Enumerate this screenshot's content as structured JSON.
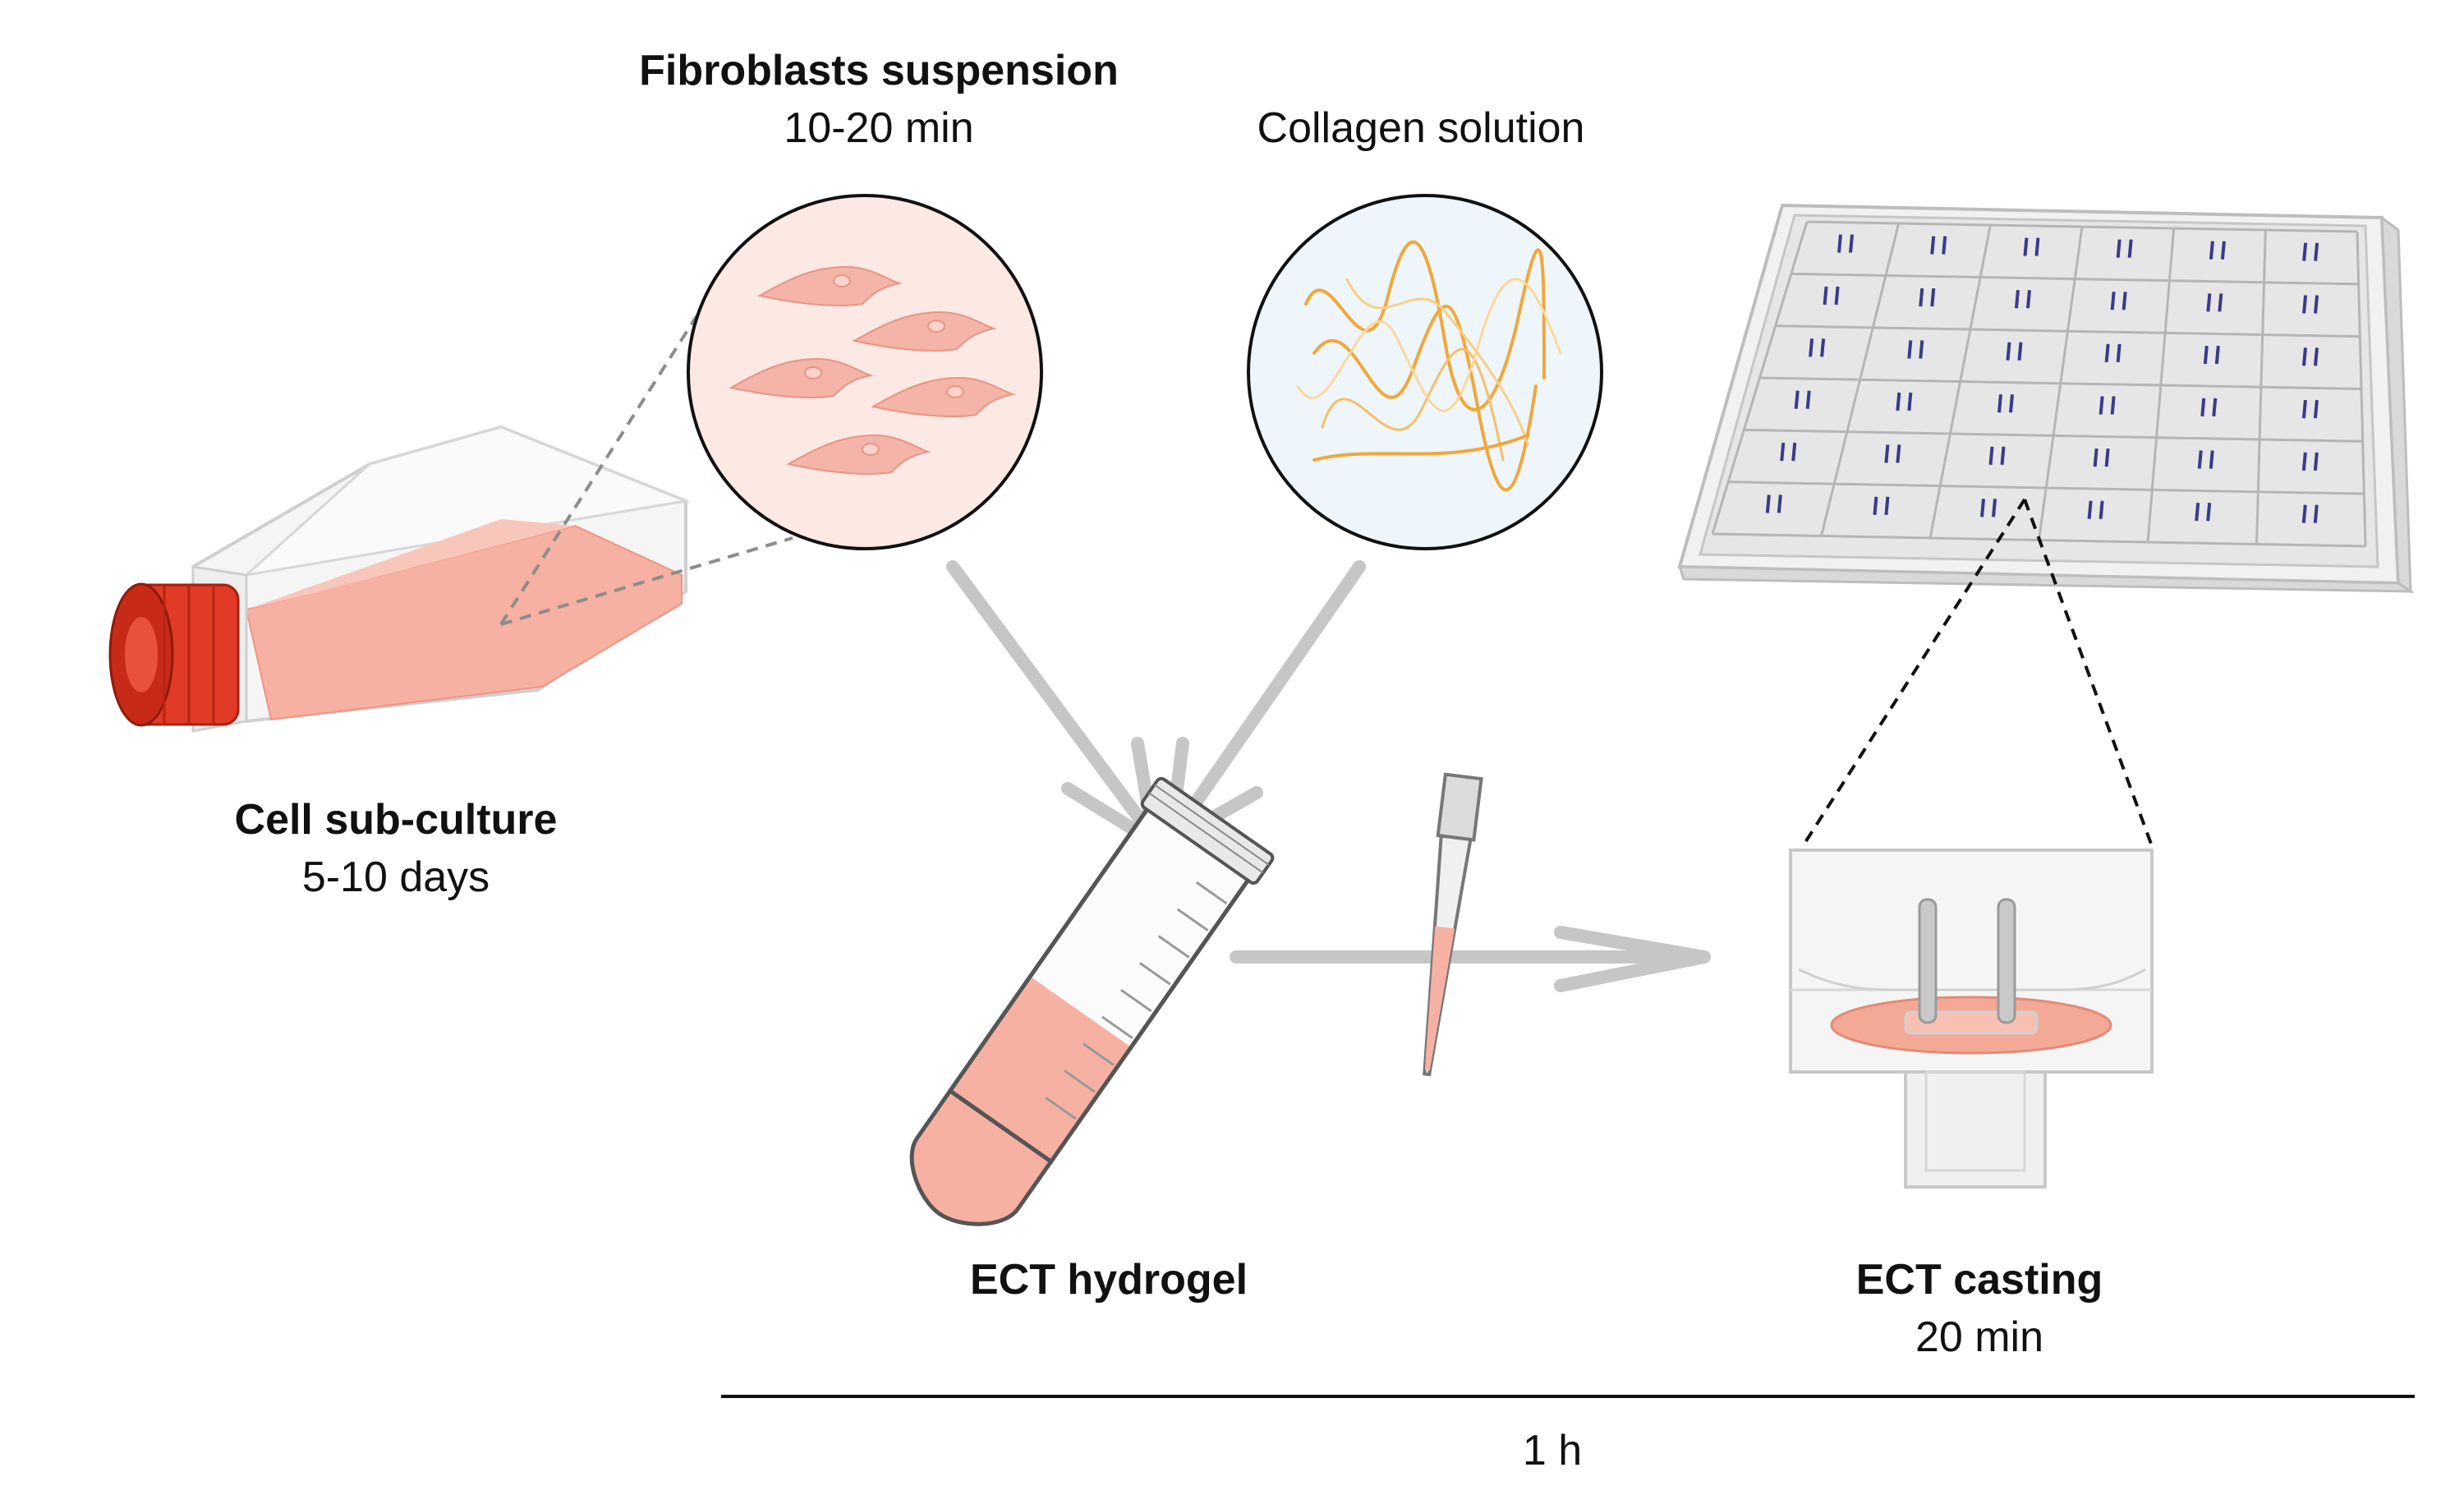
{
  "steps": {
    "subculture": {
      "title": "Cell sub-culture",
      "duration": "5-10 days"
    },
    "fibroblasts": {
      "title": "Fibroblasts suspension",
      "duration": "10-20 min"
    },
    "collagen": {
      "title": "Collagen solution"
    },
    "hydrogel": {
      "title": "ECT hydrogel"
    },
    "casting": {
      "title": "ECT casting",
      "duration": "20 min"
    }
  },
  "timeline": {
    "label": "1 h"
  },
  "colors": {
    "tissue": "#f7b1a3",
    "tissue_dark": "#ee9484",
    "cap": "#e13a26",
    "arrow": "#c6c6c6",
    "collagen": "#f1a73a",
    "cell_bg": "#fde9e3",
    "collagen_bg": "#eef6fb"
  }
}
